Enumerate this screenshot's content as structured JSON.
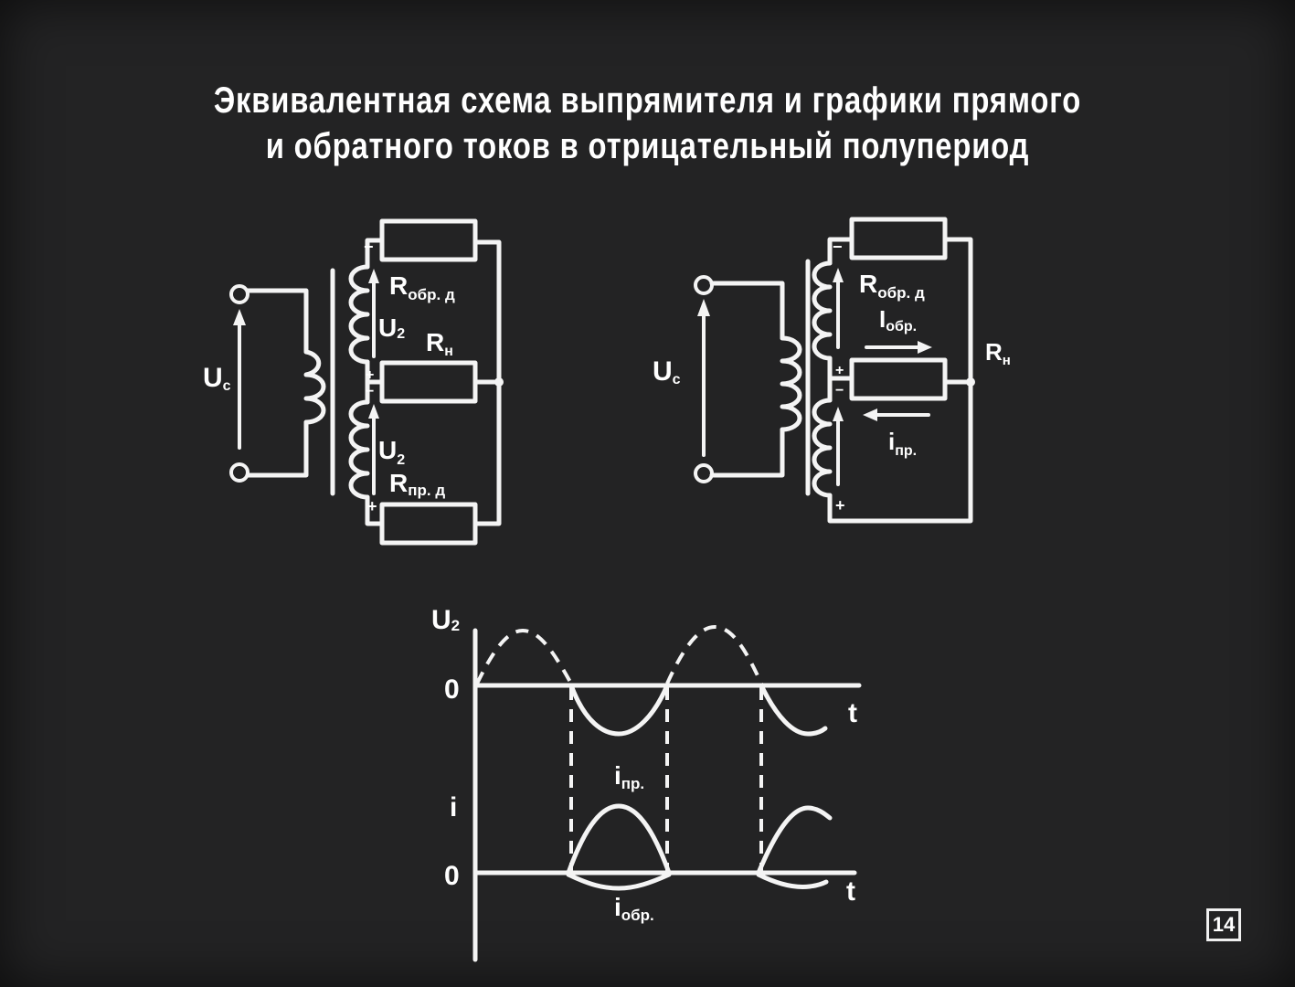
{
  "title": {
    "line1": "Эквивалентная схема выпрямителя и графики прямого",
    "line2": "и обратного токов в отрицательный полупериод"
  },
  "left_circuit": {
    "source_label_main": "U",
    "source_label_sub": "c",
    "top_resistor_label_main": "R",
    "top_resistor_label_sub": "обр. д",
    "upper_winding_label_main": "U",
    "upper_winding_label_sub": "2",
    "load_label_main": "R",
    "load_label_sub": "н",
    "lower_winding_label_main": "U",
    "lower_winding_label_sub": "2",
    "bottom_resistor_label_main": "R",
    "bottom_resistor_label_sub": "пр. д",
    "minus_sign": "−",
    "plus_sign": "+"
  },
  "right_circuit": {
    "source_label_main": "U",
    "source_label_sub": "c",
    "top_resistor_label_main": "R",
    "top_resistor_label_sub": "обр. д",
    "reverse_current_main": "I",
    "reverse_current_sub": "обр.",
    "load_label_main": "R",
    "load_label_sub": "н",
    "forward_current_main": "i",
    "forward_current_sub": "пр.",
    "minus_sign": "−",
    "plus_sign": "+"
  },
  "graphs": {
    "voltage_axis_main": "U",
    "voltage_axis_sub": "2",
    "current_axis_label": "i",
    "zero_label": "0",
    "time_label": "t",
    "forward_current_main": "i",
    "forward_current_sub": "пр.",
    "reverse_current_main": "i",
    "reverse_current_sub": "обр."
  },
  "page_number": "14"
}
